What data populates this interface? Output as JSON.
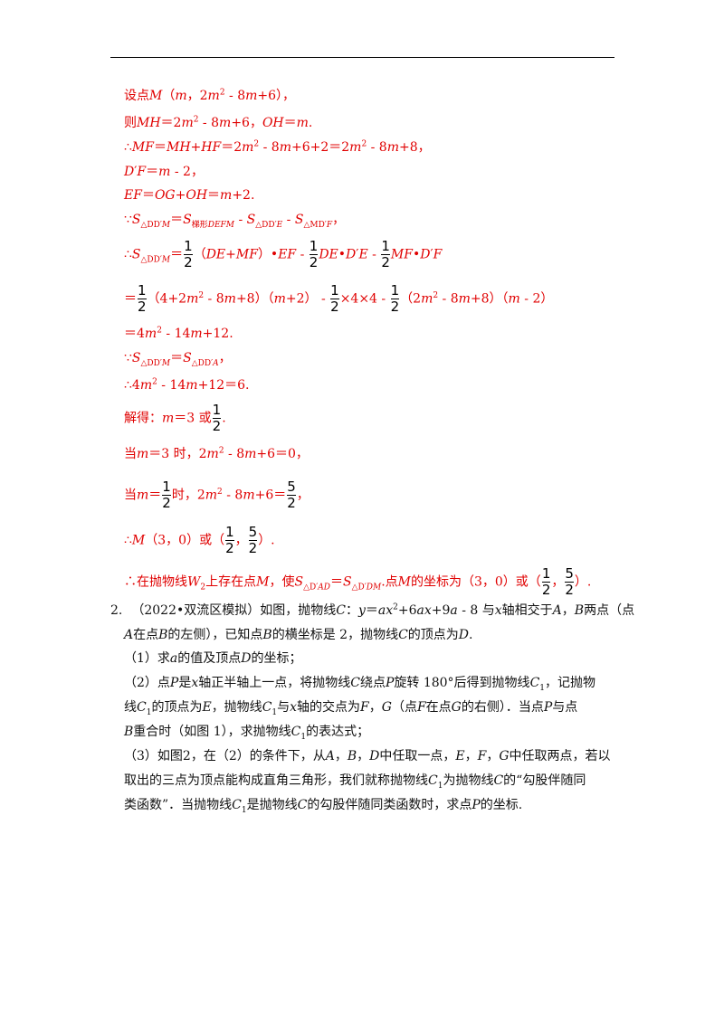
{
  "frac": {
    "num_1": "1",
    "num_5": "5",
    "den_2": "2"
  },
  "sol": {
    "l01": [
      "设点",
      "M",
      "（",
      "m",
      "，2",
      "m",
      "2",
      " - 8",
      "m",
      "+6），"
    ],
    "l02": [
      "则",
      "MH",
      "＝2",
      "m",
      "2",
      " - 8",
      "m",
      "+6，",
      "OH",
      "＝",
      "m",
      "."
    ],
    "l03": [
      "∴",
      "MF",
      "＝",
      "MH",
      "+",
      "HF",
      "＝2",
      "m",
      "2",
      " - 8",
      "m",
      "+6+2＝2",
      "m",
      "2",
      " - 8",
      "m",
      "+8，"
    ],
    "l04": [
      "D",
      "′",
      "F",
      "＝",
      "m",
      " - 2，"
    ],
    "l05": [
      "EF",
      "＝",
      "OG",
      "+",
      "OH",
      "＝",
      "m",
      "+2."
    ],
    "l06": [
      "∵",
      "S",
      "△DD′",
      "M",
      "＝",
      "S",
      "梯形",
      "DEFM",
      " - ",
      "S",
      "△DD′",
      "E",
      " - ",
      "S",
      "△MD′",
      "F",
      "，"
    ],
    "l07": [
      "∴",
      "S",
      "△DD′",
      "M",
      "＝",
      "（",
      "DE",
      "+",
      "MF",
      "）•",
      "EF",
      " - ",
      "DE",
      "•",
      "D",
      "′",
      "E",
      " - ",
      "MF",
      "•",
      "D",
      "′",
      "F"
    ],
    "l08": [
      "＝",
      "（4+2",
      "m",
      "2",
      " - 8",
      "m",
      "+8）（",
      "m",
      "+2） - ",
      "×4×4 - ",
      "（2",
      "m",
      "2",
      " - 8",
      "m",
      "+8）（",
      "m",
      " - 2）"
    ],
    "l09": [
      "＝4",
      "m",
      "2",
      " - 14",
      "m",
      "+12."
    ],
    "l10": [
      "∵",
      "S",
      "△DD′",
      "M",
      "＝",
      "S",
      "△DD′",
      "A",
      "，"
    ],
    "l11": [
      "∴4",
      "m",
      "2",
      " - 14",
      "m",
      "+12＝6."
    ],
    "l12": [
      "解得：",
      "m",
      "＝3 或",
      "."
    ],
    "l13": [
      "当",
      "m",
      "＝3 时，2",
      "m",
      "2",
      " - 8",
      "m",
      "+6＝0，"
    ],
    "l14": [
      "当",
      "m",
      "＝",
      "时，2",
      "m",
      "2",
      " - 8",
      "m",
      "+6＝",
      "，"
    ],
    "l15": [
      "∴",
      "M",
      "（3，0）或（",
      "，",
      "）."
    ],
    "l16": [
      "∴在抛物线",
      "W",
      "2",
      "上存在点",
      "M",
      "，使",
      "S",
      "△D′",
      "AD",
      "＝",
      "S",
      "△D′",
      "DM",
      ".点",
      "M",
      "的坐标为（3，0）或（",
      "，",
      "）."
    ]
  },
  "q2": {
    "p1": [
      "2.",
      "（2022•双流区模拟）如图，抛物线",
      "C",
      "：",
      "y",
      "＝",
      "ax",
      "2",
      "+6",
      "ax",
      "+9",
      "a",
      " - 8 与",
      "x",
      "轴相交于",
      "A",
      "，",
      "B",
      "两点（点"
    ],
    "p2": [
      "A",
      "在点",
      "B",
      "的左侧），已知点",
      "B",
      "的横坐标是 2，抛物线",
      "C",
      "的顶点为",
      "D",
      "."
    ],
    "p3": [
      "（1）求",
      "a",
      "的值及顶点",
      "D",
      "的坐标；"
    ],
    "p4": [
      "（2）点",
      "P",
      "是",
      "x",
      "轴正半轴上一点，将抛物线",
      "C",
      "绕点",
      "P",
      "旋转 180°后得到抛物线",
      "C",
      "1",
      "，记抛物"
    ],
    "p5": [
      "线",
      "C",
      "1",
      "的顶点为",
      "E",
      "，抛物线",
      "C",
      "1",
      "与",
      "x",
      "轴的交点为",
      "F",
      "，",
      "G",
      "（点",
      "F",
      "在点",
      "G",
      "的右侧）．当点",
      "P",
      "与点"
    ],
    "p6": [
      "B",
      "重合时（如图 1），求抛物线",
      "C",
      "1",
      "的表达式；"
    ],
    "p7": [
      "（3）如图2，在（2）的条件下，从",
      "A",
      "，",
      "B",
      "，",
      "D",
      "中任取一点，",
      "E",
      "，",
      "F",
      "，",
      "G",
      "中任取两点，若以"
    ],
    "p8": [
      "取出的三点为顶点能构成直角三角形，我们就称抛物线",
      "C",
      "1",
      "为抛物线",
      "C",
      "的“勾股伴随同"
    ],
    "p9": [
      "类函数”．当抛物线",
      "C",
      "1",
      "是抛物线",
      "C",
      "的勾股伴随同类函数时，求点",
      "P",
      "的坐标."
    ]
  }
}
